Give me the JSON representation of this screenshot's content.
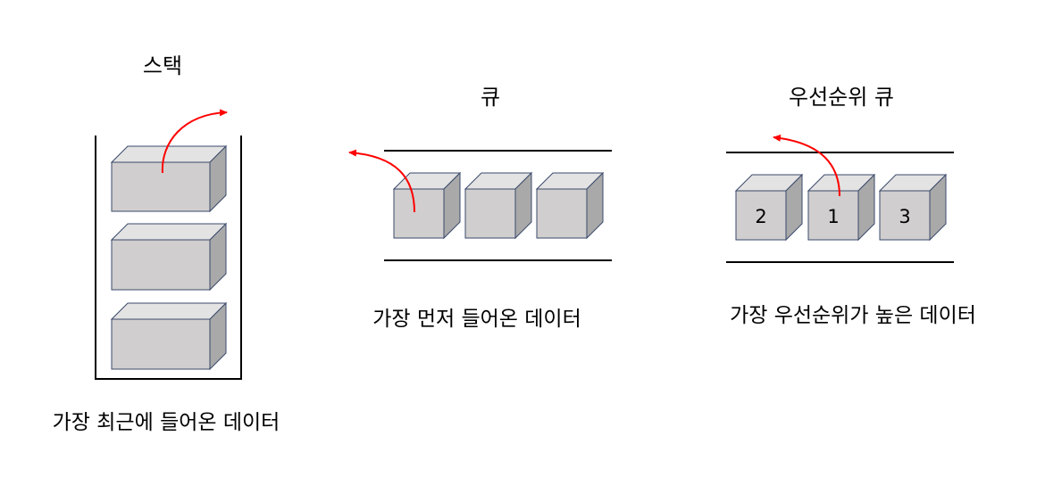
{
  "stack": {
    "title": "스택",
    "caption": "가장 최근에 들어온 데이터"
  },
  "queue": {
    "title": "큐",
    "caption": "가장 먼저 들어온 데이터"
  },
  "priority_queue": {
    "title": "우선순위 큐",
    "caption": "가장 우선순위가 높은 데이터",
    "boxes": [
      "2",
      "1",
      "3"
    ]
  },
  "colors": {
    "box_front": "#d0cece",
    "box_top": "#e4e3e3",
    "box_side": "#a9a9a9",
    "box_stroke": "#3a4a6b",
    "arrow": "#ff0000",
    "line": "#000000"
  }
}
